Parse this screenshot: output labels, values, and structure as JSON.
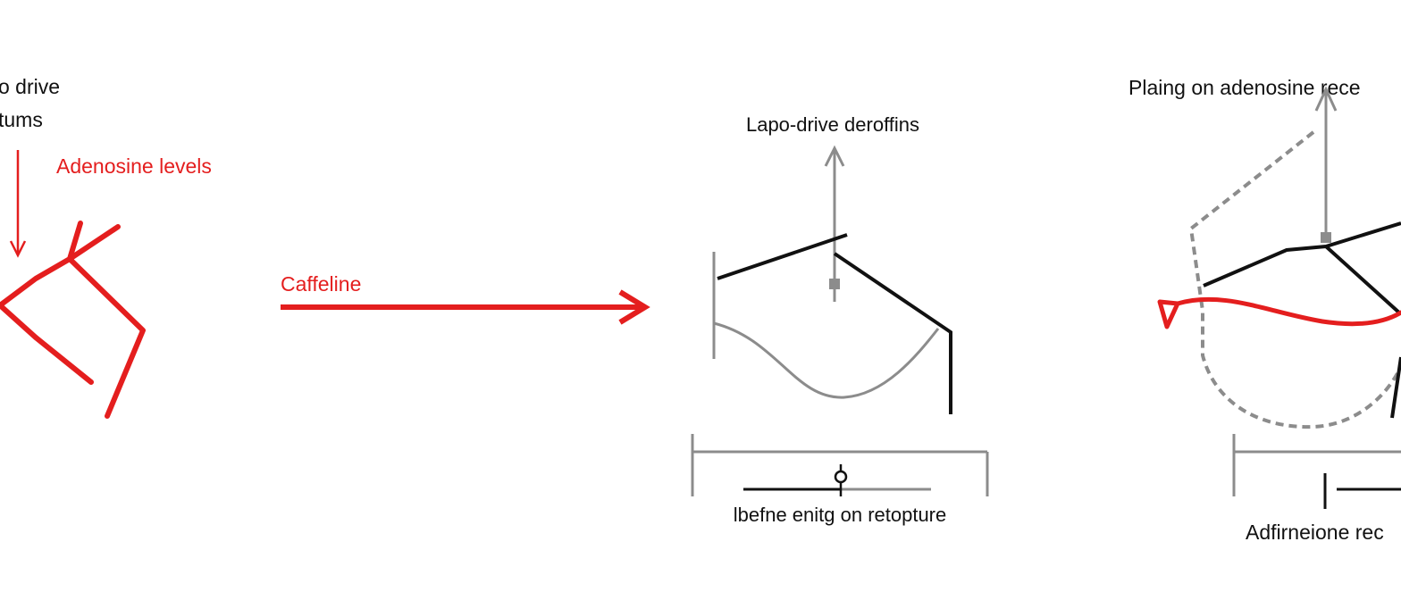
{
  "left_panel": {
    "text_line1": "o drive",
    "text_line2": "tums",
    "adenosine_label": "Adenosine levels"
  },
  "middle_arrow": {
    "label": "Caffeline"
  },
  "center_panel": {
    "top_label": "Lapo-drive deroffins",
    "bottom_label": "lbefne enitg on retopture"
  },
  "right_panel": {
    "top_label": "Plaing on adenosine rece",
    "bottom_label": "Adfirneione rec"
  },
  "colors": {
    "red": "#e41e1e",
    "black": "#111111",
    "gray": "#8c8c8c"
  }
}
